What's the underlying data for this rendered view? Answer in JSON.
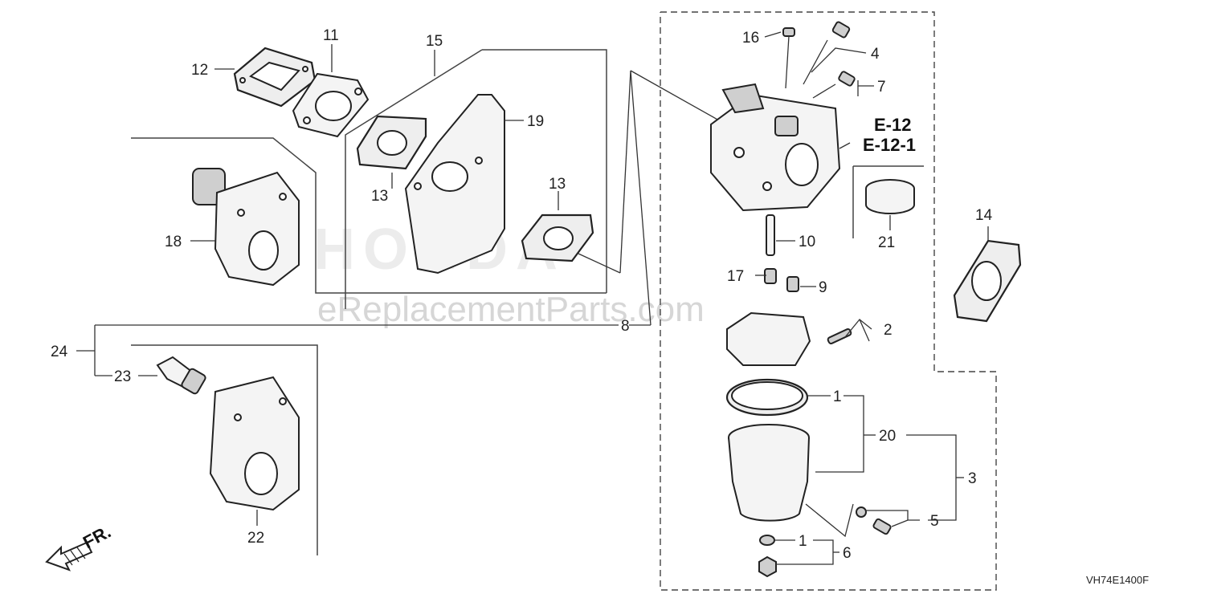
{
  "watermark": {
    "brand": "HONDA",
    "site": "eReplacementParts.com"
  },
  "callouts": {
    "c1a": "1",
    "c1b": "1",
    "c2": "2",
    "c3": "3",
    "c4": "4",
    "c5": "5",
    "c6": "6",
    "c7": "7",
    "c8": "8",
    "c9": "9",
    "c10": "10",
    "c11": "11",
    "c12": "12",
    "c13a": "13",
    "c13b": "13",
    "c14": "14",
    "c15": "15",
    "c16": "16",
    "c17": "17",
    "c18": "18",
    "c19": "19",
    "c20": "20",
    "c21": "21",
    "c22": "22",
    "c23": "23",
    "c24": "24"
  },
  "references": {
    "ref1": "E-12",
    "ref2": "E-12-1"
  },
  "direction": {
    "label": "FR."
  },
  "diagram_code": "VH74E1400F"
}
